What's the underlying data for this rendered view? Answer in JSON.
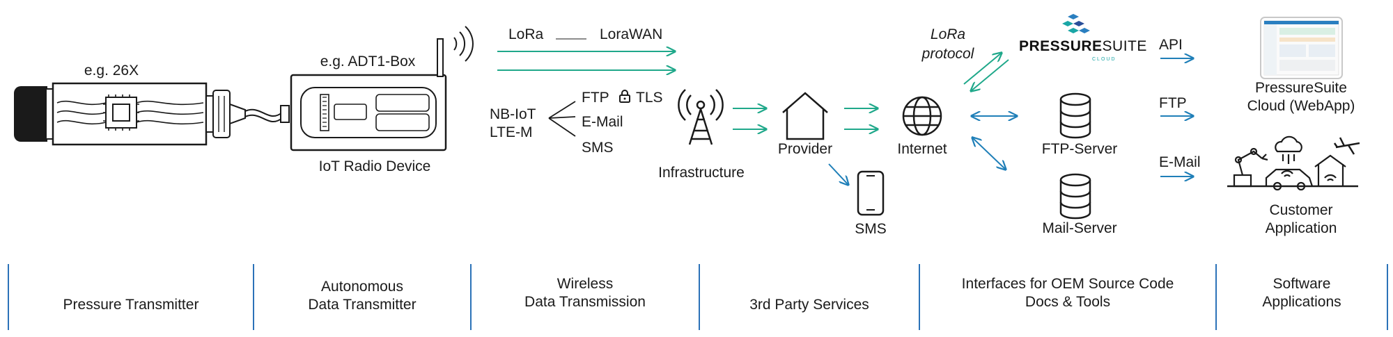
{
  "devices": {
    "transmitter_example": "e.g. 26X",
    "box_example": "e.g. ADT1-Box",
    "radio_device": "IoT Radio Device"
  },
  "wireless": {
    "lora": "LoRa",
    "lorawan": "LoraWAN",
    "nbiot": "NB-IoT",
    "ltem": "LTE-M",
    "ftp": "FTP",
    "tls": "TLS",
    "email": "E-Mail",
    "sms": "SMS"
  },
  "services": {
    "infrastructure": "Infrastructure",
    "provider": "Provider",
    "sms": "SMS",
    "internet": "Internet"
  },
  "interfaces": {
    "lora_protocol_line1": "LoRa",
    "lora_protocol_line2": "protocol",
    "logo_bold": "PRESSURE",
    "logo_normal": "SUITE",
    "logo_sub": "CLOUD",
    "ftp_server": "FTP-Server",
    "mail_server": "Mail-Server"
  },
  "apps": {
    "api": "API",
    "ftp": "FTP",
    "email": "E-Mail",
    "pressuresuite_line1": "PressureSuite",
    "pressuresuite_line2": "Cloud (WebApp)",
    "customer_line1": "Customer",
    "customer_line2": "Application"
  },
  "categories": [
    {
      "line1": "",
      "line2": "Pressure Transmitter"
    },
    {
      "line1": "Autonomous",
      "line2": "Data Transmitter"
    },
    {
      "line1": "Wireless",
      "line2": "Data Transmission"
    },
    {
      "line1": "",
      "line2": "3rd Party Services"
    },
    {
      "line1": "Interfaces for OEM Source Code",
      "line2": "Docs & Tools"
    },
    {
      "line1": "Software",
      "line2": "Applications"
    }
  ],
  "colors": {
    "teal": "#1fa88a",
    "blue": "#1f7fb8",
    "divider": "#2b72b8",
    "ink": "#1a1a1a"
  }
}
